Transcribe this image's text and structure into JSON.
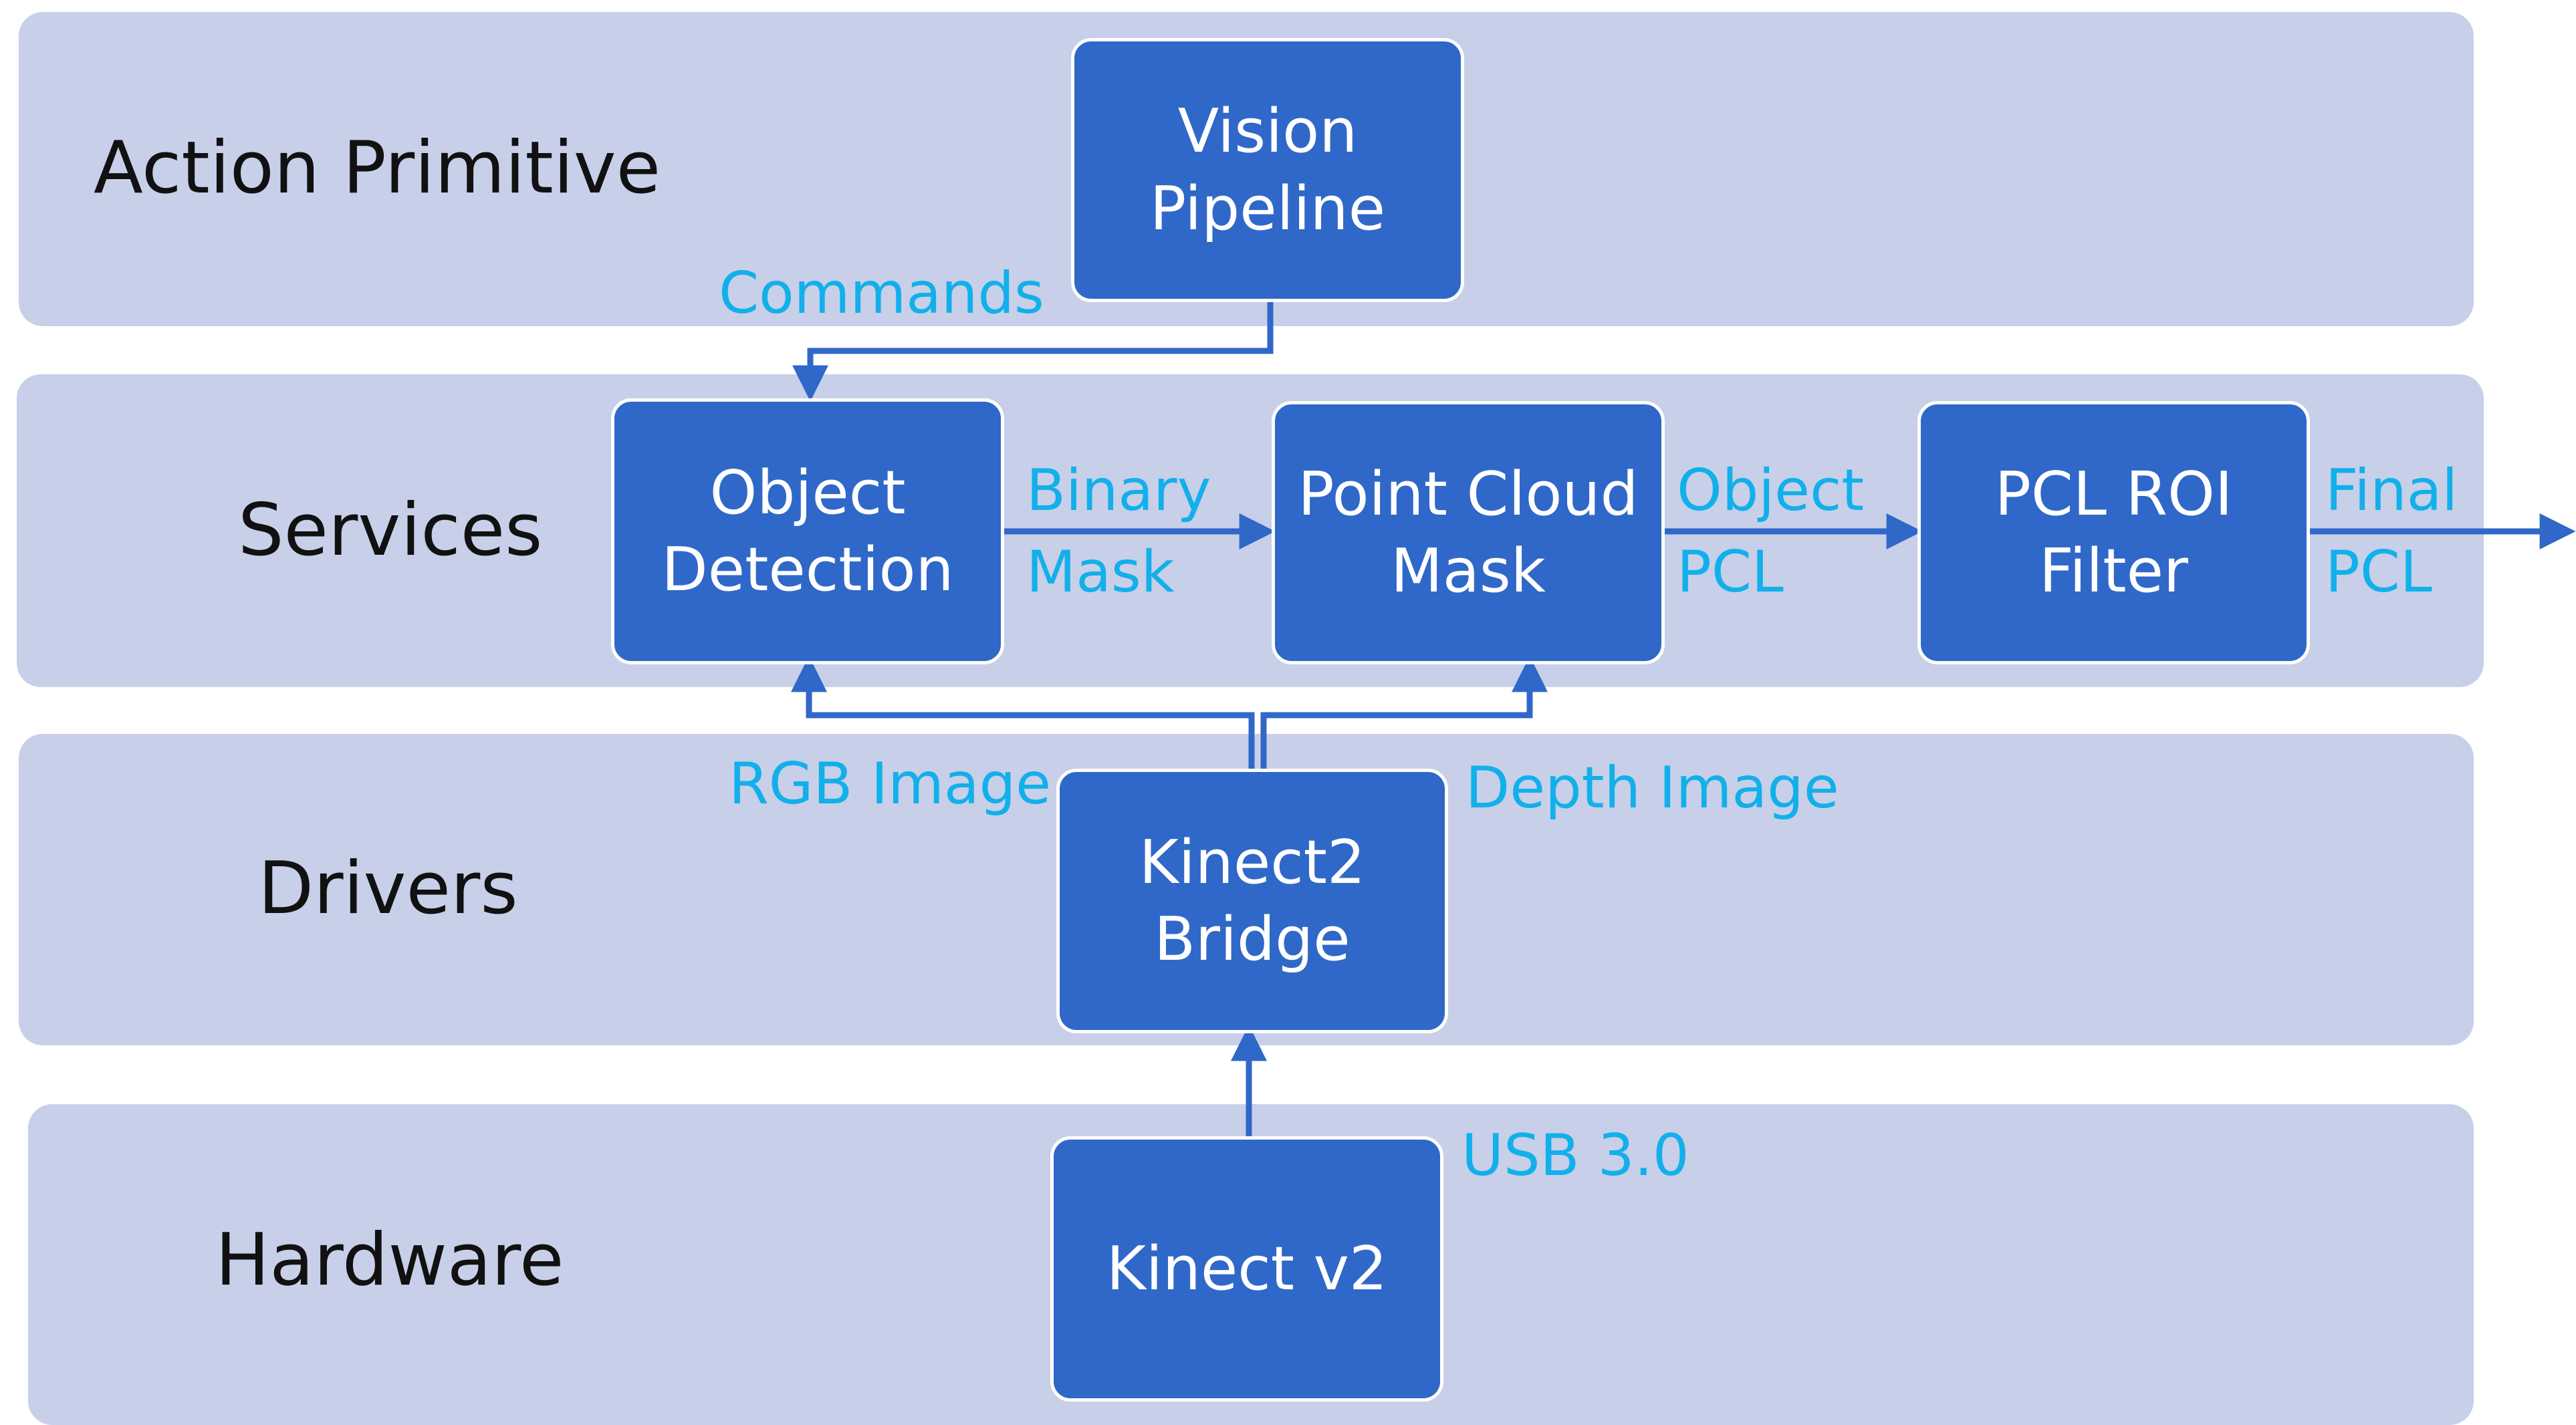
{
  "colors": {
    "band": "#c8cfe9",
    "box": "#2f68c8",
    "edge": "#2f68c8",
    "flow_label": "#12b0ea",
    "layer_label": "#111111"
  },
  "layers": {
    "action_primitive": "Action Primitive",
    "services": "Services",
    "drivers": "Drivers",
    "hardware": "Hardware"
  },
  "nodes": {
    "vision_pipeline": {
      "line1": "Vision",
      "line2": "Pipeline"
    },
    "object_detection": {
      "line1": "Object",
      "line2": "Detection"
    },
    "point_cloud_mask": {
      "line1": "Point Cloud",
      "line2": "Mask"
    },
    "pcl_roi_filter": {
      "line1": "PCL ROI",
      "line2": "Filter"
    },
    "kinect2_bridge": {
      "line1": "Kinect2",
      "line2": "Bridge"
    },
    "kinect_v2": {
      "line1": "Kinect v2"
    }
  },
  "edges": {
    "commands": {
      "label": "Commands"
    },
    "binary_mask": {
      "line1": "Binary",
      "line2": "Mask"
    },
    "object_pcl": {
      "line1": "Object",
      "line2": "PCL"
    },
    "final_pcl": {
      "line1": "Final",
      "line2": "PCL"
    },
    "rgb_image": {
      "label": "RGB Image"
    },
    "depth_image": {
      "label": "Depth Image"
    },
    "usb": {
      "label": "USB 3.0"
    }
  }
}
